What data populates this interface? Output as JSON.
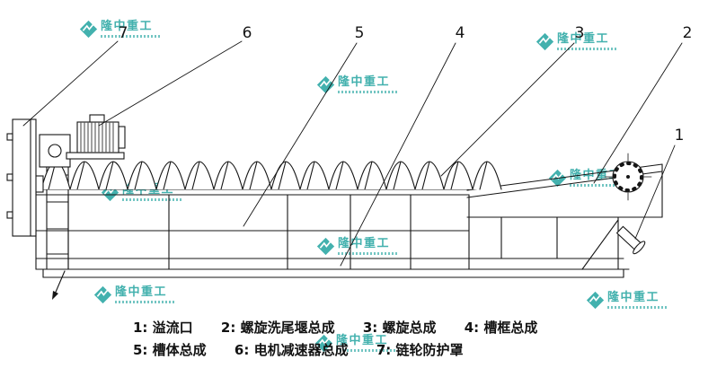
{
  "colors": {
    "line": "#151515",
    "watermark": "#2aa7a3",
    "background": "#ffffff"
  },
  "watermark": {
    "logo": "diamond-mountain-logo",
    "brand": "隆中重工"
  },
  "callouts": {
    "c1": "1",
    "c2": "2",
    "c3": "3",
    "c4": "4",
    "c5": "5",
    "c6": "6",
    "c7": "7"
  },
  "legend": {
    "items": [
      {
        "num": "1",
        "label": "溢流口",
        "text": "1: 溢流口"
      },
      {
        "num": "2",
        "label": "螺旋洗尾堰总成",
        "text": "2: 螺旋洗尾堰总成"
      },
      {
        "num": "3",
        "label": "螺旋总成",
        "text": "3: 螺旋总成"
      },
      {
        "num": "4",
        "label": "槽框总成",
        "text": "4: 槽框总成"
      },
      {
        "num": "5",
        "label": "槽体总成",
        "text": "5: 槽体总成"
      },
      {
        "num": "6",
        "label": "电机减速器总成",
        "text": "6: 电机减速器总成"
      },
      {
        "num": "7",
        "label": "链轮防护罩",
        "text": "7: 链轮防护罩"
      }
    ]
  }
}
